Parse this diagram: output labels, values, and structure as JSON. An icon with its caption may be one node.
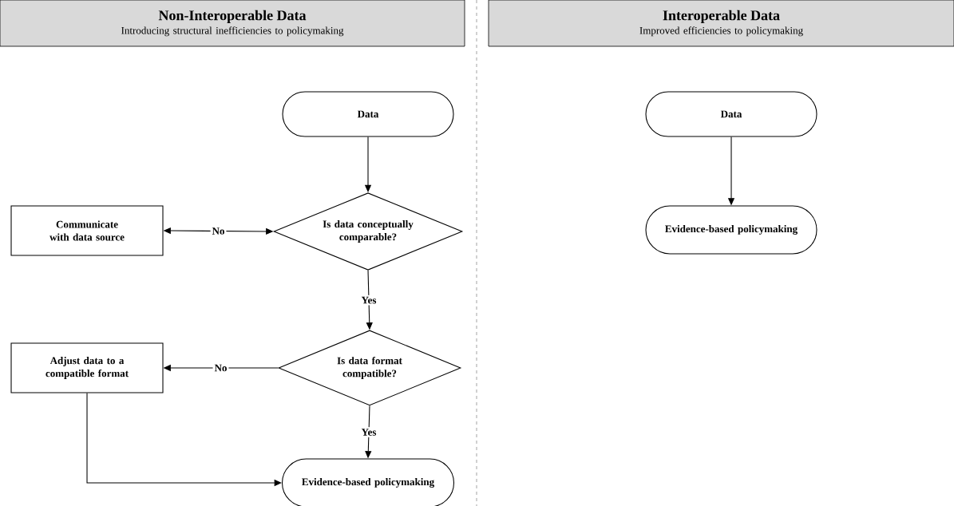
{
  "diagram": {
    "nodes": [
      {
        "text": [
          "Non-Interoperable Data",
          "Introducing structural inefficiencies to policymaking"
        ]
      },
      {
        "text": [
          "Interoperable Data",
          "Improved efficiencies to policymaking"
        ]
      },
      {
        "text": [
          "Data"
        ]
      },
      {
        "text": [
          "Is data conceptually comparable?"
        ]
      },
      {
        "text": [
          "Communicate with data source"
        ]
      },
      {
        "text": [
          "Is data format compatible?"
        ]
      },
      {
        "text": [
          "Adjust data to a compatible format"
        ]
      },
      {
        "text": [
          "Evidence-based policymaking"
        ]
      },
      {
        "text": [
          "Data"
        ]
      },
      {
        "text": [
          "Evidence-based policymaking"
        ]
      }
    ],
    "edges": [
      {
        "from": 2,
        "to": 3,
        "arrow": "to"
      },
      {
        "from": 3,
        "to": 4,
        "arrow": "both",
        "label": "No"
      },
      {
        "from": 3,
        "to": 5,
        "arrow": "to",
        "label": "Yes"
      },
      {
        "from": 5,
        "to": 6,
        "arrow": "to",
        "label": "No"
      },
      {
        "from": 5,
        "to": 7,
        "arrow": "to",
        "label": "Yes"
      },
      {
        "from": 6,
        "to": 7,
        "arrow": "to"
      },
      {
        "from": 8,
        "to": 9,
        "arrow": "to"
      }
    ]
  }
}
